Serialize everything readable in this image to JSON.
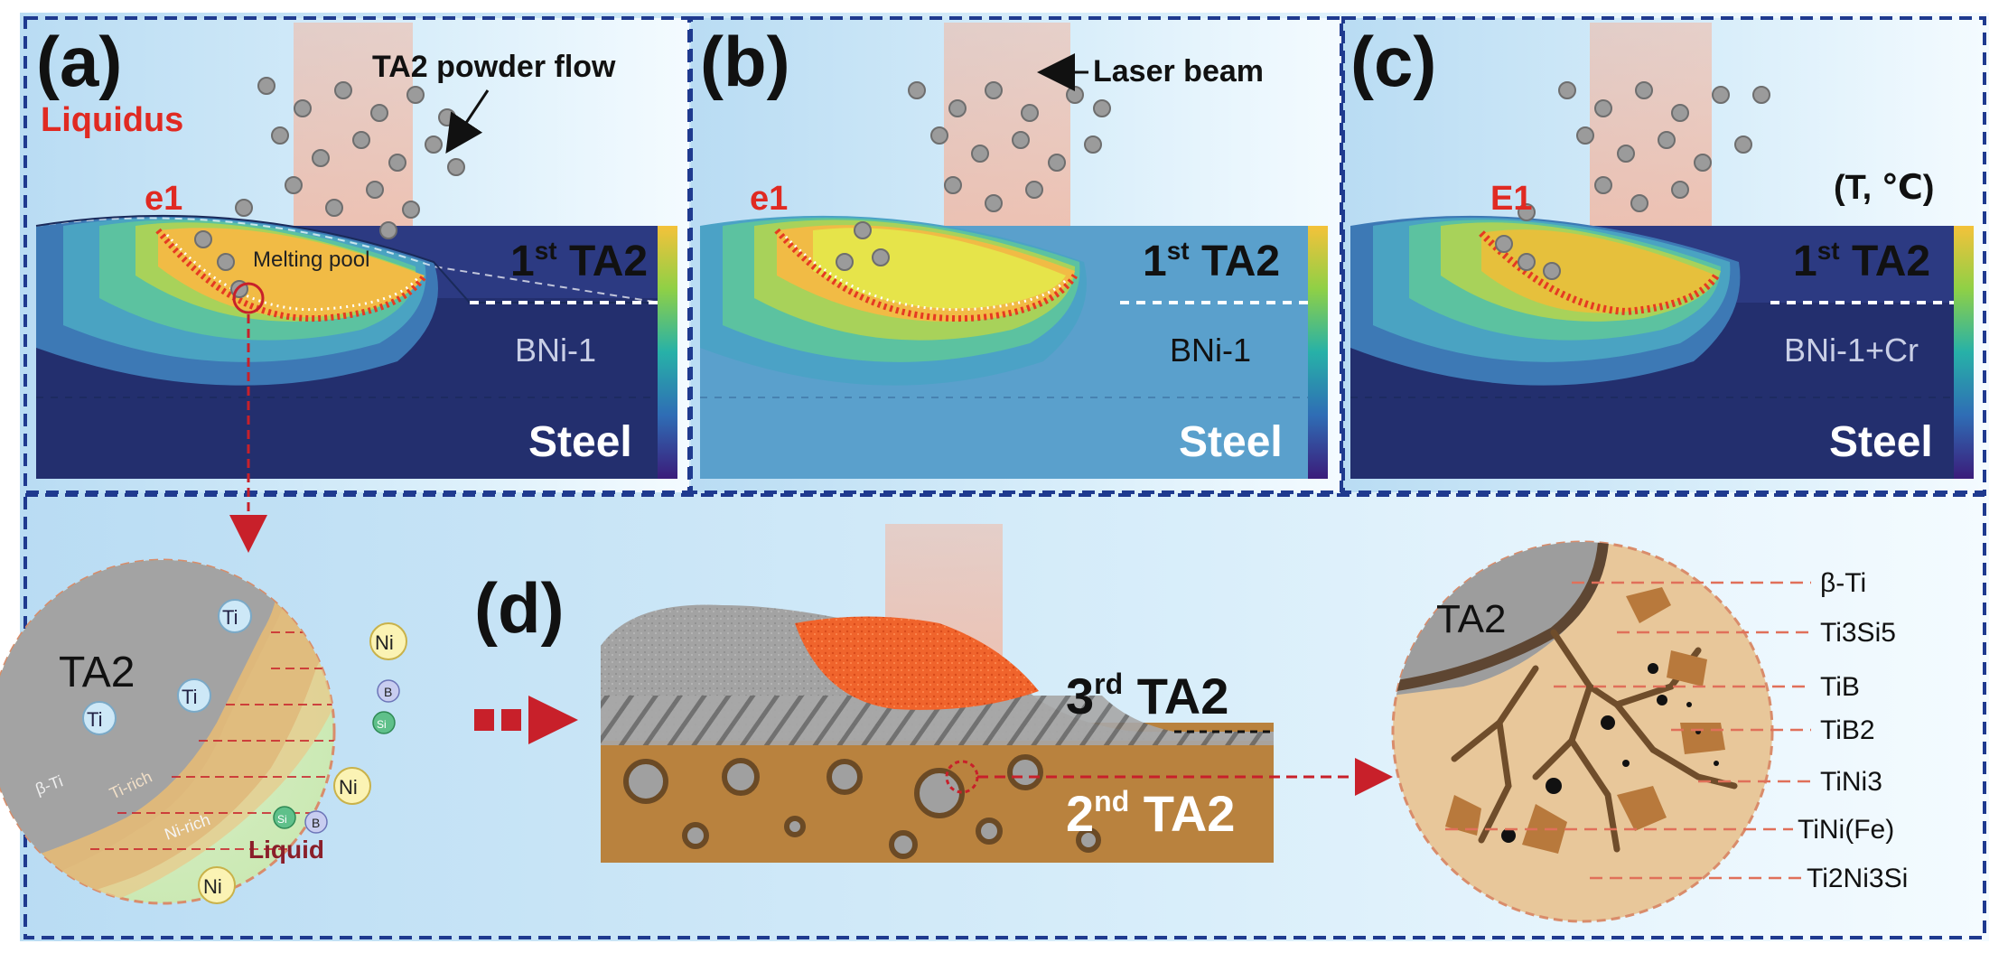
{
  "panels": {
    "a": {
      "letter": "(a)",
      "powder_flow_label": "TA2 powder flow",
      "liquidus_label": "Liquidus",
      "point_label": "e1",
      "pool_label": "Melting pool",
      "layer_label_main": "1",
      "layer_label_sup": "st",
      "layer_label_suffix": " TA2",
      "interlayer_label": "BNi-1",
      "substrate_label": "Steel"
    },
    "b": {
      "letter": "(b)",
      "beam_label": "Laser beam",
      "point_label": "e1",
      "layer_label_main": "1",
      "layer_label_sup": "st",
      "layer_label_suffix": " TA2",
      "interlayer_label": "BNi-1",
      "substrate_label": "Steel"
    },
    "c": {
      "letter": "(c)",
      "point_label": "E1",
      "colorbar_title": "(T, ℃)",
      "layer_label_main": "1",
      "layer_label_sup": "st",
      "layer_label_suffix": " TA2",
      "interlayer_label": "BNi-1+Cr",
      "substrate_label": "Steel"
    },
    "d": {
      "letter": "(d)",
      "left_circle": {
        "ta2_label": "TA2",
        "beta_ti": "β-Ti",
        "ti_rich": "Ti-rich",
        "ni_rich": "Ni-rich",
        "liquid": "Liquid",
        "ti_atom": "Ti",
        "ni_atom": "Ni",
        "b_atom": "B",
        "si_atom": "Si"
      },
      "third_layer_main": "3",
      "third_layer_sup": "rd",
      "third_layer_suffix": " TA2",
      "second_layer_main": "2",
      "second_layer_sup": "nd",
      "second_layer_suffix": " TA2",
      "right_circle": {
        "ta2_label": "TA2",
        "phases": [
          "β-Ti",
          "Ti3Si5",
          "TiB",
          "TiB2",
          "TiNi3",
          "TiNi(Fe)",
          "Ti2Ni3Si"
        ]
      }
    }
  },
  "colors": {
    "frame": "#1f3a8f",
    "arrow_red": "#c8202a",
    "steel_dark": "#232f6e",
    "ta2_gray": "#9a9a9a"
  }
}
